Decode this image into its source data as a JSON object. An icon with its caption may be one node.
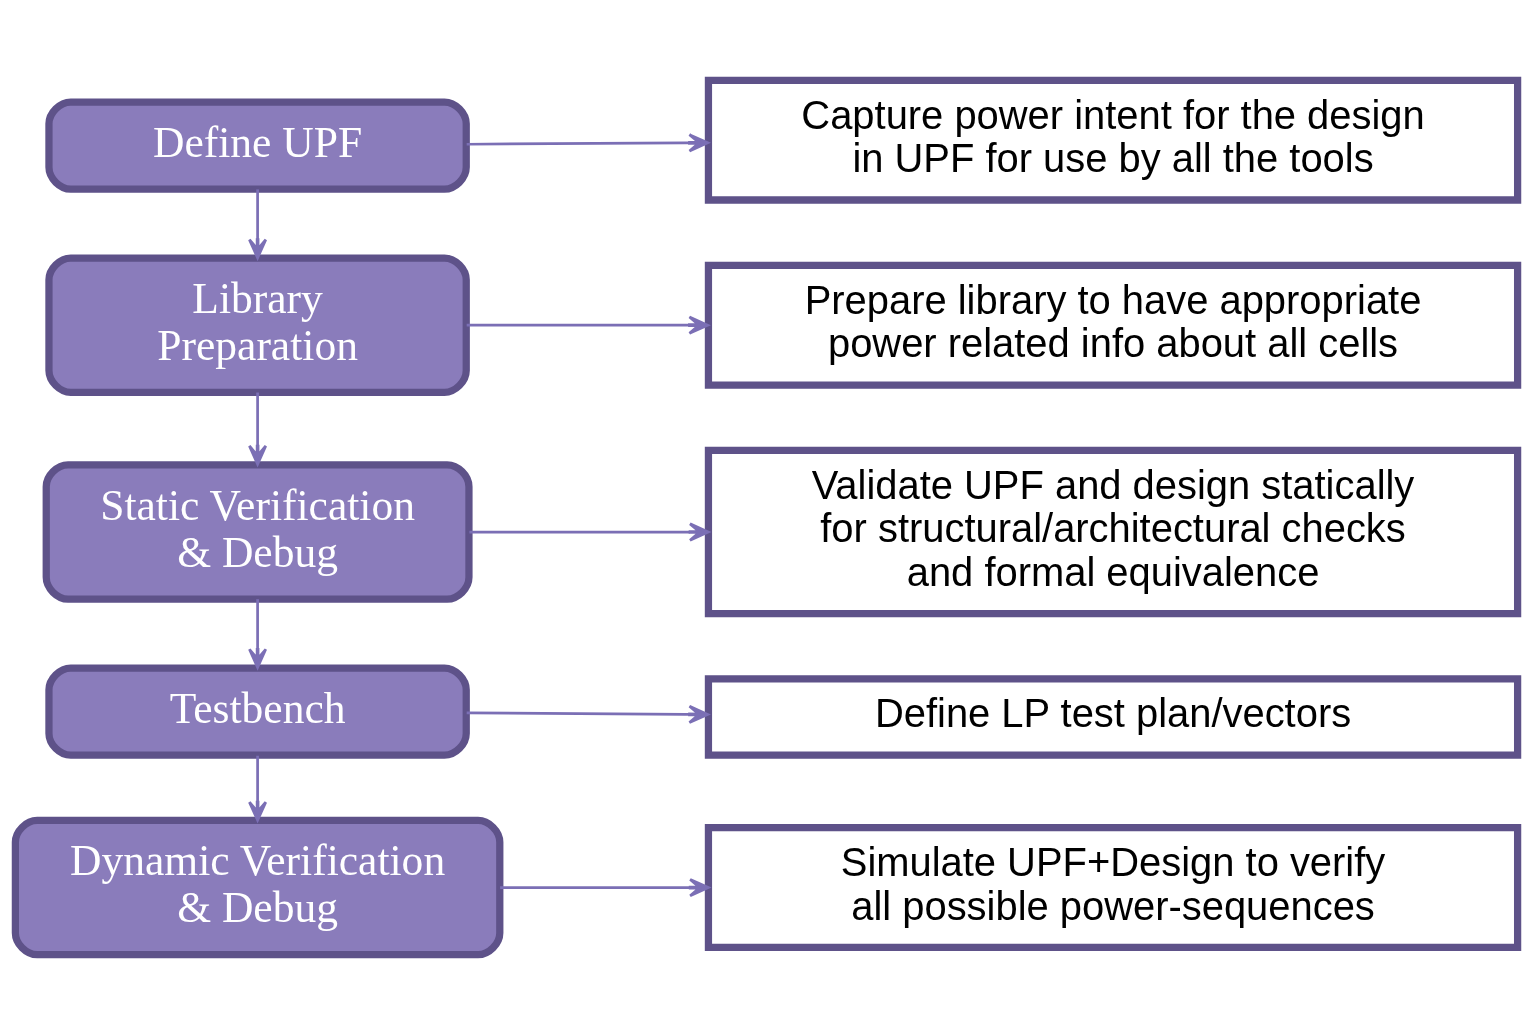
{
  "diagram": {
    "nodes": [
      {
        "text": [
          "Define UPF"
        ]
      },
      {
        "text": [
          "Capture power intent for the design in UPF for use by all the tools"
        ]
      },
      {
        "text": [
          "Library Preparation"
        ]
      },
      {
        "text": [
          "Prepare library to have appropriate power related info about all cells"
        ]
      },
      {
        "text": [
          "Static Verification & Debug"
        ]
      },
      {
        "text": [
          "Validate UPF and design statically for structural/architectural checks and formal equivalence"
        ]
      },
      {
        "text": [
          "Testbench"
        ]
      },
      {
        "text": [
          "Define LP test plan/vectors"
        ]
      },
      {
        "text": [
          "Dynamic Verification & Debug"
        ]
      },
      {
        "text": [
          "Simulate UPF+Design to verify all possible power-sequences"
        ]
      }
    ],
    "edges": [
      {
        "from": 0,
        "to": 1,
        "arrow": "to"
      },
      {
        "from": 0,
        "to": 2,
        "arrow": "to"
      },
      {
        "from": 2,
        "to": 3,
        "arrow": "to"
      },
      {
        "from": 2,
        "to": 4,
        "arrow": "to"
      },
      {
        "from": 4,
        "to": 5,
        "arrow": "to"
      },
      {
        "from": 4,
        "to": 6,
        "arrow": "to"
      },
      {
        "from": 6,
        "to": 7,
        "arrow": "to"
      },
      {
        "from": 6,
        "to": 8,
        "arrow": "to"
      },
      {
        "from": 8,
        "to": 9,
        "arrow": "to"
      }
    ]
  }
}
